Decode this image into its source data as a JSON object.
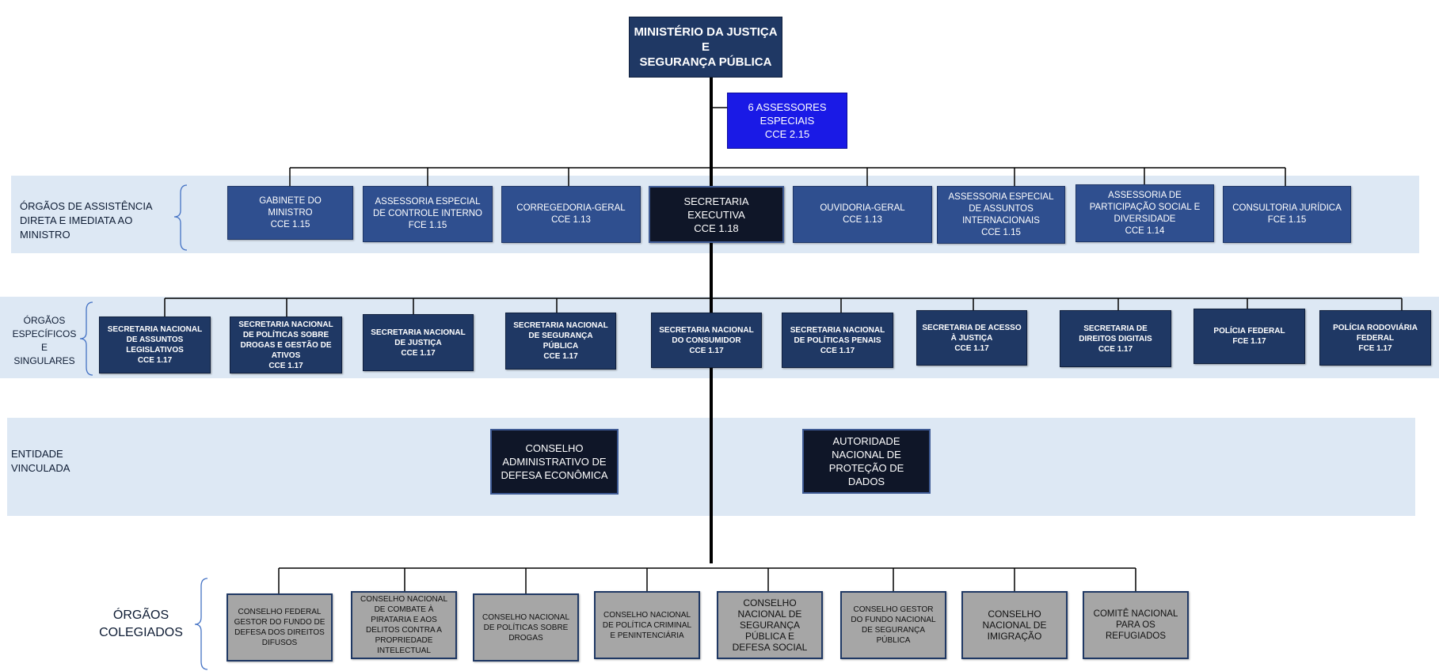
{
  "root": {
    "label": "MINISTÉRIO DA JUSTIÇA E\nSEGURANÇA PÚBLICA"
  },
  "assessors": {
    "label": "6 ASSESSORES\nESPECIAIS\nCCE 2.15"
  },
  "sections": {
    "assistencia": "ÓRGÃOS DE ASSISTÊNCIA\nDIRETA E IMEDIATA AO\nMINISTRO",
    "especificos": "ÓRGÃOS\nESPECÍFICOS\nE\nSINGULARES",
    "entidade": "ENTIDADE\nVINCULADA",
    "colegiados": "ÓRGÃOS\nCOLEGIADOS"
  },
  "assistencia_boxes": [
    "GABINETE DO\nMINISTRO\nCCE 1.15",
    "ASSESSORIA ESPECIAL\nDE CONTROLE INTERNO\nFCE 1.15",
    "CORREGEDORIA-GERAL\nCCE 1.13",
    "SECRETARIA\nEXECUTIVA\nCCE 1.18",
    "OUVIDORIA-GERAL\nCCE 1.13",
    "ASSESSORIA ESPECIAL\nDE ASSUNTOS\nINTERNACIONAIS\nCCE 1.15",
    "ASSESSORIA DE\nPARTICIPAÇÃO SOCIAL E\nDIVERSIDADE\nCCE 1.14",
    "CONSULTORIA JURÍDICA\nFCE 1.15"
  ],
  "especificos_boxes": [
    "SECRETARIA NACIONAL\nDE ASSUNTOS\nLEGISLATIVOS\nCCE 1.17",
    "SECRETARIA NACIONAL\nDE POLÍTICAS SOBRE\nDROGAS E GESTÃO DE\nATIVOS\nCCE 1.17",
    "SECRETARIA NACIONAL\nDE JUSTIÇA\nCCE 1.17",
    "SECRETARIA NACIONAL\nDE SEGURANÇA\nPÚBLICA\nCCE 1.17",
    "SECRETARIA NACIONAL\nDO CONSUMIDOR\nCCE 1.17",
    "SECRETARIA NACIONAL\nDE POLÍTICAS PENAIS\nCCE 1.17",
    "SECRETARIA DE ACESSO\nÀ JUSTIÇA\nCCE 1.17",
    "SECRETARIA DE\nDIREITOS DIGITAIS\nCCE 1.17",
    "POLÍCIA FEDERAL\nFCE 1.17",
    "POLÍCIA RODOVIÁRIA\nFEDERAL\nFCE 1.17"
  ],
  "entidade_boxes": [
    "CONSELHO\nADMINISTRATIVO DE\nDEFESA ECONÔMICA",
    "AUTORIDADE\nNACIONAL DE\nPROTEÇÃO DE\nDADOS"
  ],
  "colegiados_boxes": [
    "CONSELHO FEDERAL\nGESTOR DO FUNDO DE\nDEFESA DOS DIREITOS\nDIFUSOS",
    "CONSELHO NACIONAL\nDE COMBATE À\nPIRATARIA E AOS\nDELITOS CONTRA A\nPROPRIEDADE\nINTELECTUAL",
    "CONSELHO NACIONAL\nDE POLÍTICAS SOBRE\nDROGAS",
    "CONSELHO NACIONAL\nDE POLÍTICA CRIMINAL\nE PENINTENCIÁRIA",
    "CONSELHO\nNACIONAL DE\nSEGURANÇA\nPÚBLICA E\nDEFESA SOCIAL",
    "CONSELHO GESTOR\nDO FUNDO NACIONAL\nDE SEGURANÇA\nPÚBLICA",
    "CONSELHO\nNACIONAL DE\nIMIGRAÇÃO",
    "COMITÊ NACIONAL\nPARA OS\nREFUGIADOS"
  ]
}
